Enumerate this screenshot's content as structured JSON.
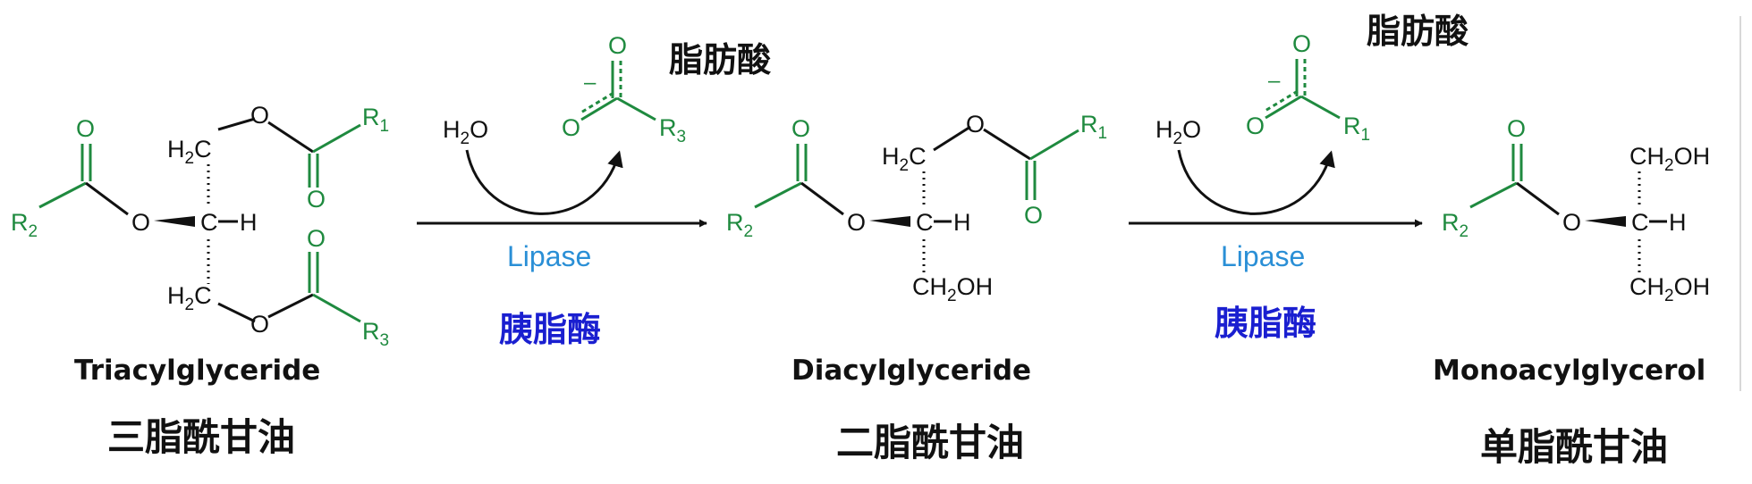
{
  "molecules": {
    "tag": {
      "name_en": "Triacylglyceride",
      "name_cn": "三脂酰甘油",
      "atoms": {
        "o_top": "O",
        "r1": "R",
        "r1_sub": "1",
        "o_c1": "O",
        "h2c_top": "H",
        "h2c_top_sub": "2",
        "h2c_top_c": "C",
        "o_c2": "O",
        "r2": "R",
        "r2_sub": "2",
        "o_ester2": "O",
        "c_center": "C",
        "h_center": "H",
        "h2c_bot": "H",
        "h2c_bot_sub": "2",
        "h2c_bot_c": "C",
        "o_bot": "O",
        "o_c3": "O",
        "r3": "R",
        "r3_sub": "3"
      }
    },
    "dag": {
      "name_en": "Diacylglyceride",
      "name_cn": "二脂酰甘油",
      "atoms": {
        "o_top": "O",
        "r1": "R",
        "r1_sub": "1",
        "o_c1": "O",
        "h2c_top": "H",
        "h2c_top_sub": "2",
        "h2c_top_c": "C",
        "o_c2": "O",
        "r2": "R",
        "r2_sub": "2",
        "o_ester2": "O",
        "c_center": "C",
        "h_center": "H",
        "ch2oh": "CH",
        "ch2oh_sub": "2",
        "ch2oh_oh": "OH"
      }
    },
    "mag": {
      "name_en": "Monoacylglycerol",
      "name_cn": "单脂酰甘油",
      "atoms": {
        "o_c2": "O",
        "r2": "R",
        "r2_sub": "2",
        "o_ester2": "O",
        "c_center": "C",
        "h_center": "H",
        "ch2oh_top": "CH",
        "ch2oh_top_sub": "2",
        "ch2oh_top_oh": "OH",
        "ch2oh_bot": "CH",
        "ch2oh_bot_sub": "2",
        "ch2oh_bot_oh": "OH"
      }
    }
  },
  "reactions": [
    {
      "enzyme_en": "Lipase",
      "enzyme_cn": "胰脂酶",
      "water_h": "H",
      "water_sub": "2",
      "water_o": "O",
      "product_cn": "脂肪酸",
      "product": {
        "o_top": "O",
        "o_minus": "O",
        "charge": "–",
        "r": "R",
        "r_sub": "3"
      }
    },
    {
      "enzyme_en": "Lipase",
      "enzyme_cn": "胰脂酶",
      "water_h": "H",
      "water_sub": "2",
      "water_o": "O",
      "product_cn": "脂肪酸",
      "product": {
        "o_top": "O",
        "o_minus": "O",
        "charge": "–",
        "r": "R",
        "r_sub": "1"
      }
    }
  ],
  "colors": {
    "substituent": "#1f8a3f",
    "backbone": "#111111",
    "enzyme_en": "#2a8fd6",
    "enzyme_cn": "#1a1fd0"
  }
}
